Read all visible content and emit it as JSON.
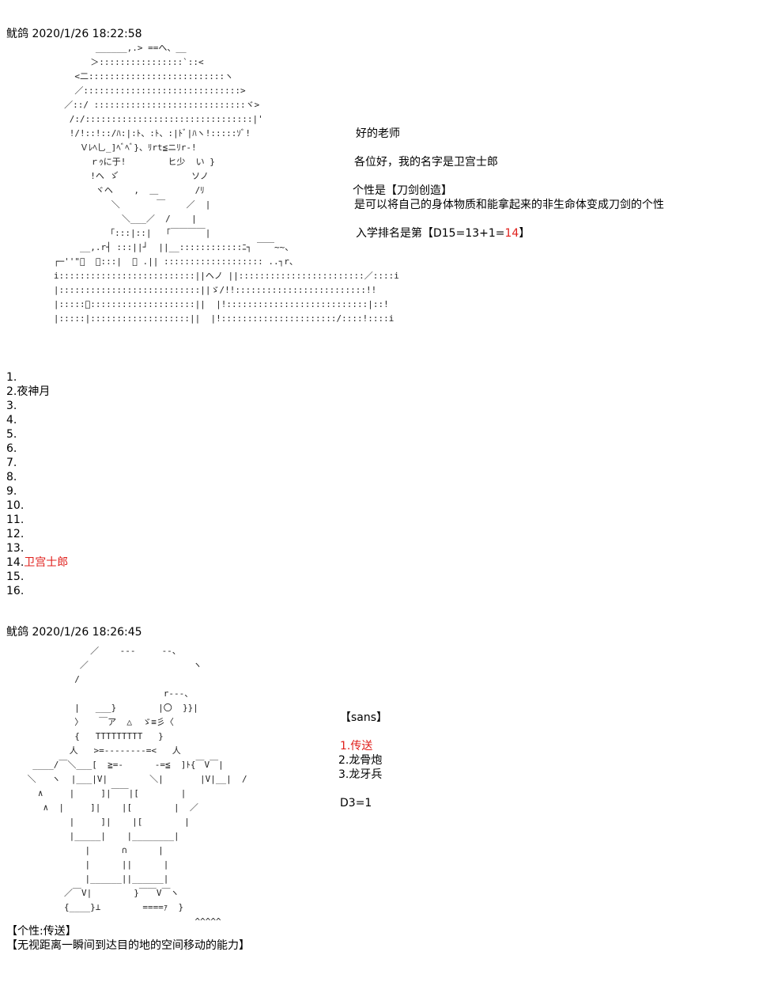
{
  "post1": {
    "header": "鱿鸽 2020/1/26 18:22:58",
    "art": "           ______,.> ==へ、__\n          ＞::::::::::::::::`::<\n       <二::::::::::::::::::::::::::ヽ\n       ／::::::::::::::::::::::::::::::>\n     ／::/ :::::::::::::::::::::::::::::ヾ>\n      /:/::::::::::::::::::::::::::::::::|'\n      !/!::!::/ﾊ:|:ﾄ、:ﾄ、:|ﾄﾞ|ﾊヽ!:::::ｿﾞ!\n        Ｖﾚﾍ乚_]ﾍﾞﾍﾞ}、ﾘrt≦ニﾘr-!\n          ｒｩに于!        ヒ少  い }\n          !ヘ ゞ゙              ソノ\n           ヾヘ    ,  ＿       /ﾘ\n              ＼       ￣    ／  |\n                ＼___／  /    |\n             「:::|::|  「￣￣￣￣|\n        __,.r┤ :::||┘  ||__::::::::::::ﾆ┐ ￣￣~~、\n   ┌─''\"゙  ＼:::|  、 .|| ::::::::::::::::::: ..┐r、\n   i::::::::::::::::::::::::::||ヘノ ||::::::::::::::::::::::::／::::i\n   |:::::::::::::::::::::::::::||ゞ/!!:::::::::::::::::::::::::!!\n   |:::::ﾞ::::::::::::::::::::||  |!:::::::::::::::::::::::::::|::!\n   |:::::|:::::::::::::::::::||  |!::::::::::::::::::::::/::::!::::i",
    "messages": [
      "好的老师",
      "各位好，我的名字是卫宫士郎",
      "个性是【刀剑创造】",
      "是可以将自己的身体物质和能拿起来的非生命体变成刀剑的个性",
      "入学排名是第【D15=13+1=",
      "14",
      "】"
    ],
    "roster": [
      "1.",
      "2.夜神月",
      "3.",
      "4.",
      "5.",
      "6.",
      "7.",
      "8.",
      "9.",
      "10.",
      "11.",
      "12.",
      "13.",
      "14.",
      "卫宫士郎",
      "15.",
      "16."
    ]
  },
  "post2": {
    "header": "鱿鸽 2020/1/26 18:26:45",
    "art": "             ／    ---     --、\n           ／                    ヽ\n          /\n                           r---、\n          |   ___}        |〇  }}|\n          〉   ￣ア  △  ゞ≡彡〈\n          {   TTTTTTTTT   }\n         人   >=--------=<   人\n  ____/￣＼___[  ≧=-      -=≦  ]ﾄ{￣V￣|\n ＼   ヽ  |___|V|        ＼|       |V|__|  /\n   ∧     |     ]|￣￣|[        |\n    ∧  |     ]|    |[        |  ／\n         |     ]|    |[        |\n         |_____|    |________|\n            |      ∩      |\n            |      ||      |\n            |______||______|\n        ／￣V|        }￣￣V￣ヽ\n        {____}⊥        ====ｧ  }\n                                 ^^^^^",
    "ability_title": "【个性:传送】",
    "ability_desc": "【无视距离一瞬间到达目的地的空间移动的能力】",
    "options": {
      "label": "【sans】",
      "items": [
        "1.传送",
        "2.龙骨炮",
        "3.龙牙兵"
      ],
      "roll": "D3=1"
    }
  },
  "colors": {
    "highlight": "#e0201c"
  }
}
